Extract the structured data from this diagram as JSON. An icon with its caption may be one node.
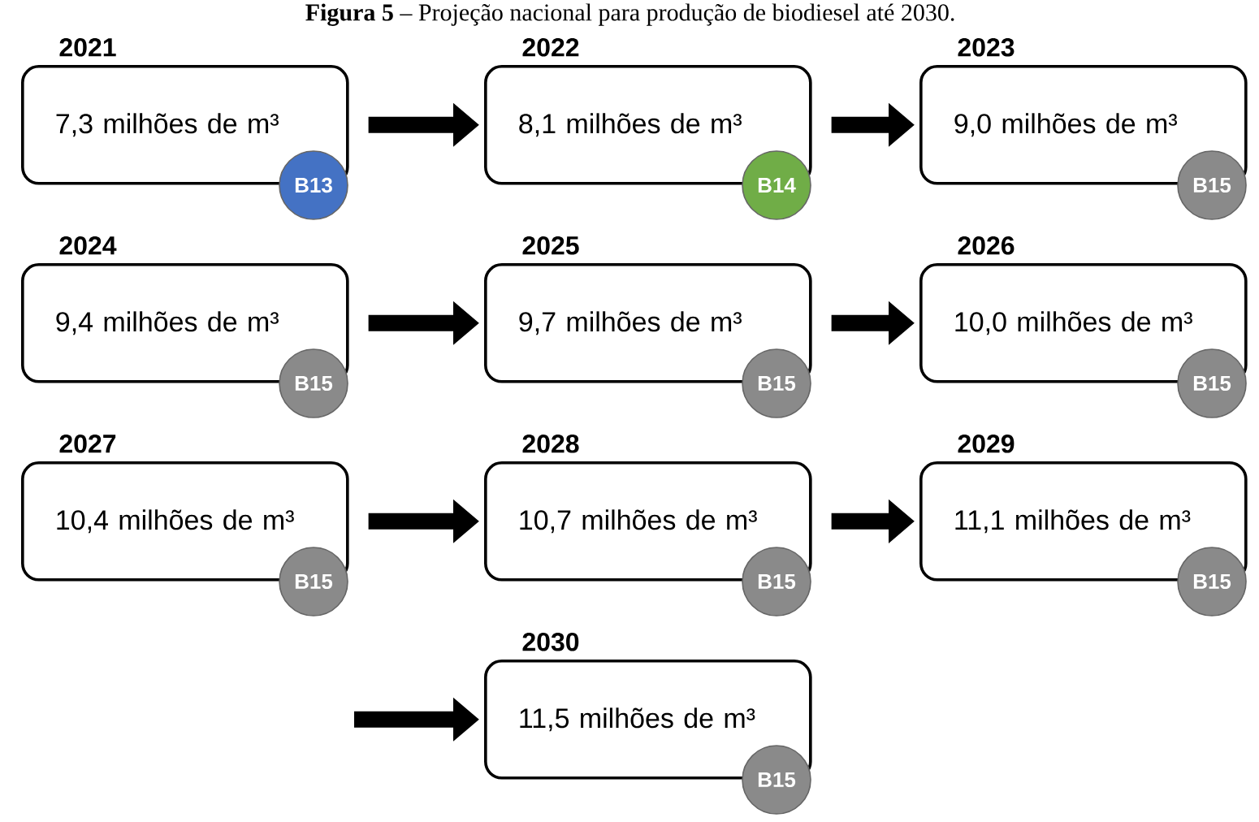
{
  "diagram": {
    "title": "**Figura 5** – Projeção nacional para produção de biodiesel até 2030.",
    "nodes": [
      {
        "text": [
          "2021",
          "7,3 milhões de m³"
        ]
      },
      {
        "text": [
          "B13"
        ]
      },
      {
        "text": [
          "2022",
          "8,1 milhões de m³"
        ]
      },
      {
        "text": [
          "B14"
        ]
      },
      {
        "text": [
          "2023",
          "9,0 milhões de m³"
        ]
      },
      {
        "text": [
          "B15"
        ]
      },
      {
        "text": [
          "2024",
          "9,4 milhões de m³"
        ]
      },
      {
        "text": [
          "B15"
        ]
      },
      {
        "text": [
          "2025",
          "9,7 milhões de m³"
        ]
      },
      {
        "text": [
          "B15"
        ]
      },
      {
        "text": [
          "2026",
          "10,0 milhões de m³"
        ]
      },
      {
        "text": [
          "B15"
        ]
      },
      {
        "text": [
          "2027",
          "10,4 milhões de m³"
        ]
      },
      {
        "text": [
          "B15"
        ]
      },
      {
        "text": [
          "2028",
          "10,7 milhões de m³"
        ]
      },
      {
        "text": [
          "B15"
        ]
      },
      {
        "text": [
          "2029",
          "11,1 milhões de m³"
        ]
      },
      {
        "text": [
          "B15"
        ]
      },
      {
        "text": [
          "2030",
          "11,5 milhões de m³"
        ]
      },
      {
        "text": [
          "B15"
        ]
      }
    ],
    "edges": [
      {
        "from": 0,
        "to": 2,
        "arrow": "to"
      },
      {
        "from": 2,
        "to": 4,
        "arrow": "to"
      },
      {
        "from": 6,
        "to": 8,
        "arrow": "to"
      },
      {
        "from": 8,
        "to": 10,
        "arrow": "to"
      },
      {
        "from": 12,
        "to": 14,
        "arrow": "to"
      },
      {
        "from": 14,
        "to": 16,
        "arrow": "to"
      },
      {
        "from": null,
        "to": 18,
        "arrow": "to"
      }
    ]
  }
}
